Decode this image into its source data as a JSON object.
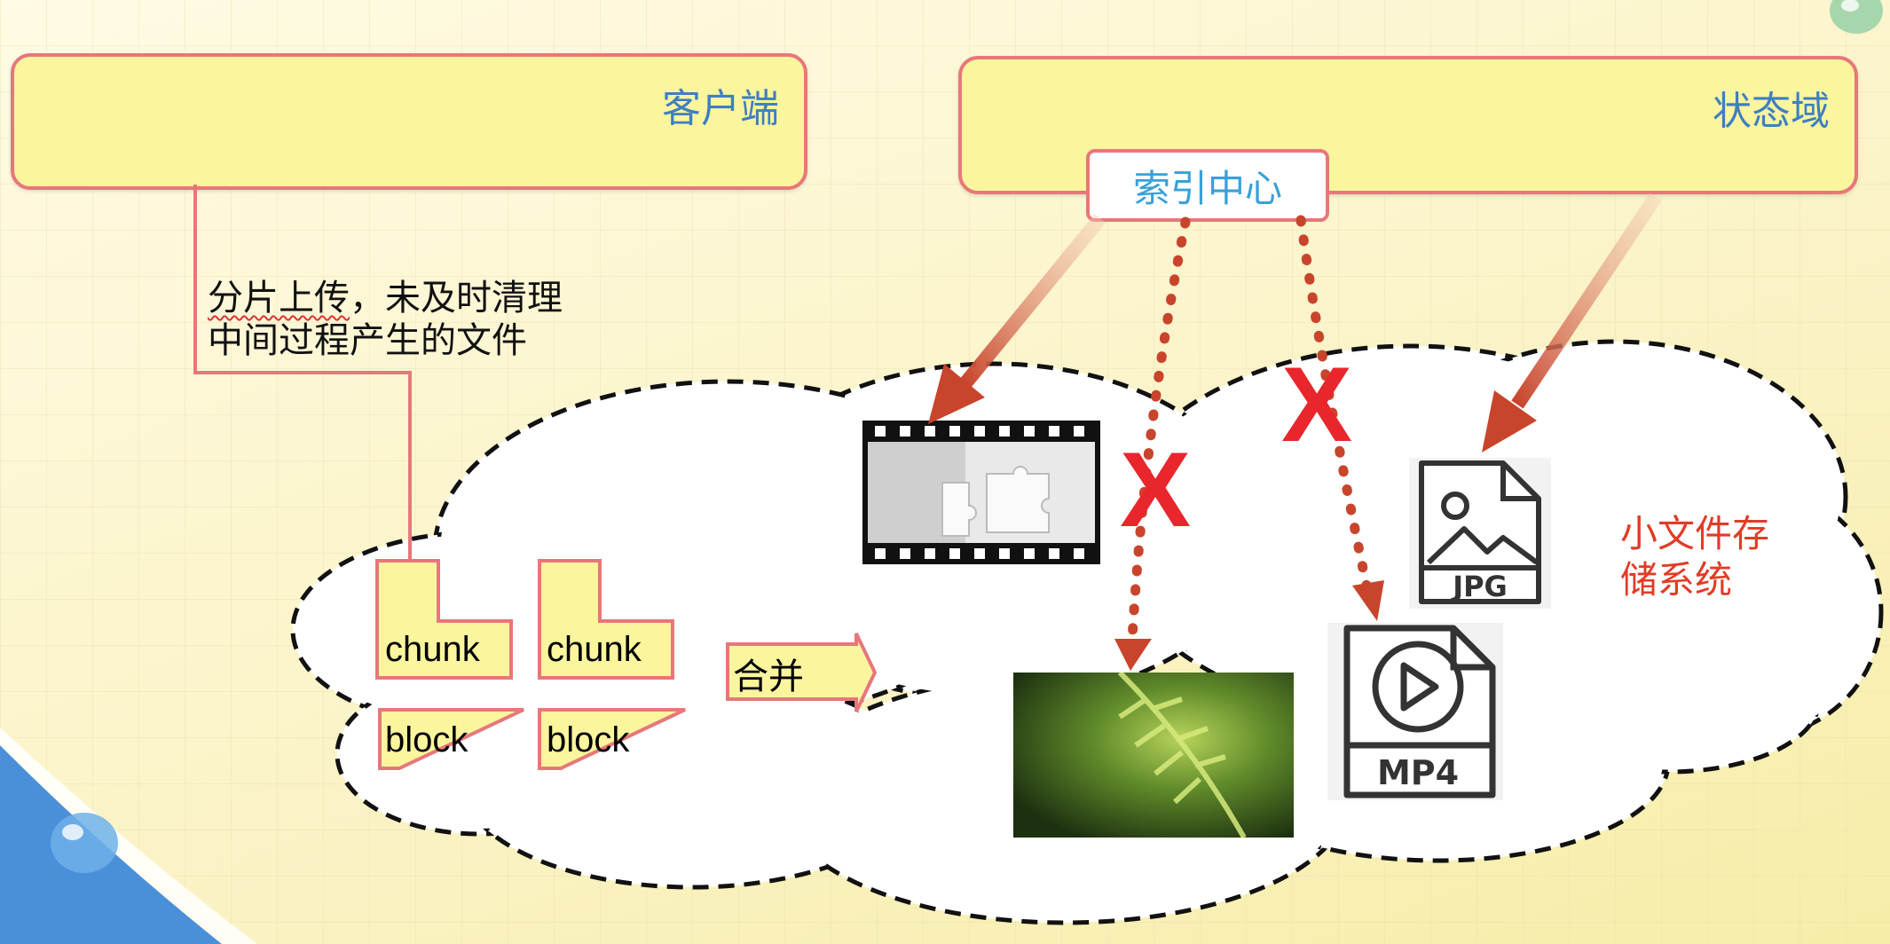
{
  "client": {
    "title": "客户端"
  },
  "state_domain": {
    "title": "状态域"
  },
  "index_center": {
    "label": "索引中心"
  },
  "upload_note": {
    "line1_underlined": "分片上传",
    "line1_rest": "，未及时清理",
    "line2": "中间过程产生的文件"
  },
  "chunks": [
    {
      "chunk_label": "chunk",
      "block_label": "block"
    },
    {
      "chunk_label": "chunk",
      "block_label": "block"
    }
  ],
  "merge": {
    "label": "合并"
  },
  "small_file_storage": {
    "line1": "小文件存",
    "line2": "储系统"
  },
  "file_icons": {
    "jpg": "JPG",
    "mp4": "MP4"
  },
  "failed_marks": [
    "X",
    "X"
  ],
  "colors": {
    "panel_fill": "#fbf59e",
    "panel_border": "#e7777a",
    "title_blue": "#3f7fc0",
    "arrow_red": "#c8452c",
    "x_red": "#e8262c"
  }
}
